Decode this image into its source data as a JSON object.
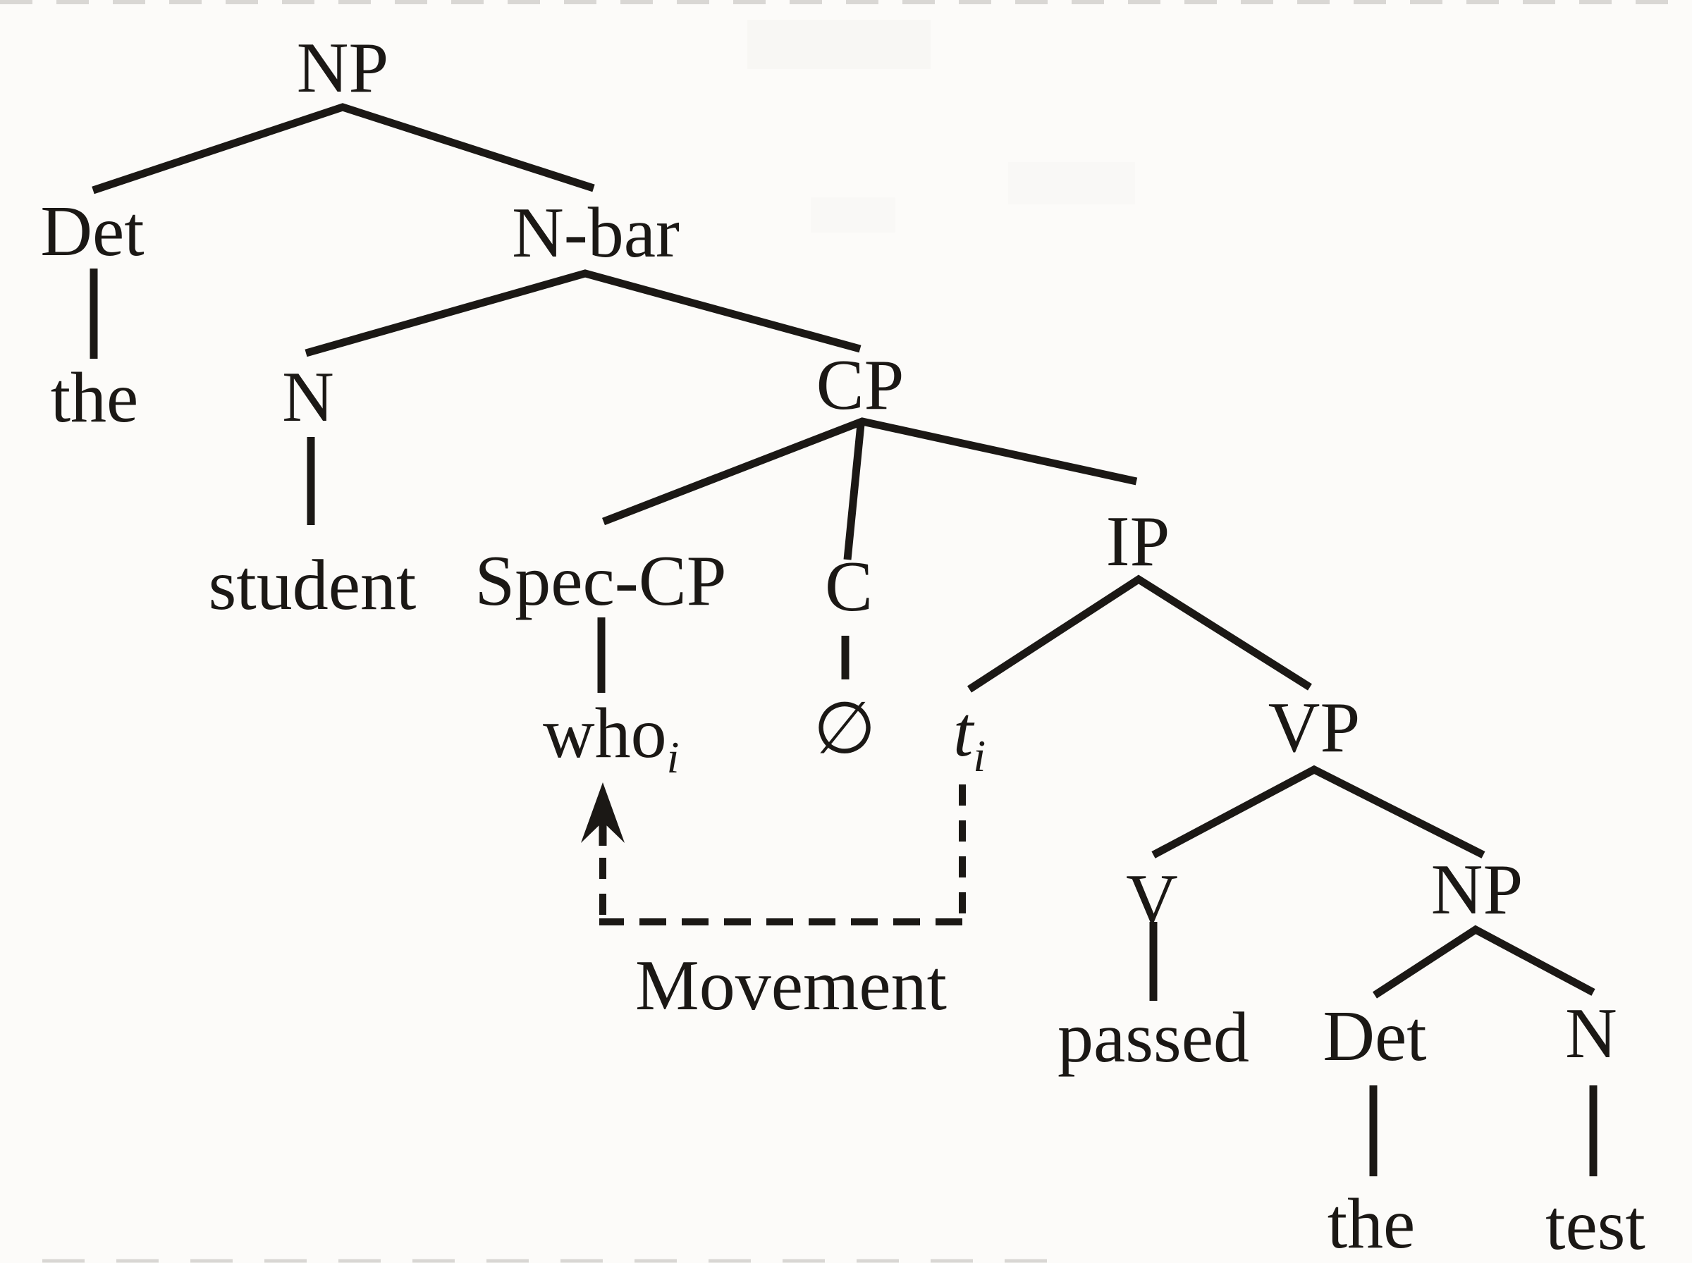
{
  "figure": {
    "kind": "syntax-tree-diagram",
    "colors": {
      "ink": "#1b1815",
      "background": "#fcfbf9"
    }
  },
  "tree": {
    "nodes": {
      "np_root": "NP",
      "det1": "Det",
      "nbar": "N-bar",
      "the1": "the",
      "n1": "N",
      "student": "student",
      "cp": "CP",
      "spec_cp": "Spec-CP",
      "c": "C",
      "ip": "IP",
      "who": "who",
      "who_index": "i",
      "null_comp": "∅",
      "trace": "t",
      "trace_index": "i",
      "vp": "VP",
      "v": "V",
      "np2": "NP",
      "passed": "passed",
      "det2": "Det",
      "n2": "N",
      "the2": "the",
      "test": "test"
    },
    "edges": [
      [
        "NP",
        "Det"
      ],
      [
        "NP",
        "N-bar"
      ],
      [
        "Det",
        "the"
      ],
      [
        "N-bar",
        "N"
      ],
      [
        "N-bar",
        "CP"
      ],
      [
        "N",
        "student"
      ],
      [
        "CP",
        "Spec-CP"
      ],
      [
        "CP",
        "C"
      ],
      [
        "CP",
        "IP"
      ],
      [
        "Spec-CP",
        "who_i"
      ],
      [
        "C",
        "∅"
      ],
      [
        "IP",
        "t_i"
      ],
      [
        "IP",
        "VP"
      ],
      [
        "VP",
        "V"
      ],
      [
        "VP",
        "NP"
      ],
      [
        "V",
        "passed"
      ],
      [
        "NP",
        "Det"
      ],
      [
        "NP",
        "N"
      ],
      [
        "Det",
        "the"
      ],
      [
        "N",
        "test"
      ]
    ],
    "movement": {
      "label": "Movement",
      "from": "t_i",
      "to": "who_i",
      "style": "dashed-arrow"
    }
  }
}
